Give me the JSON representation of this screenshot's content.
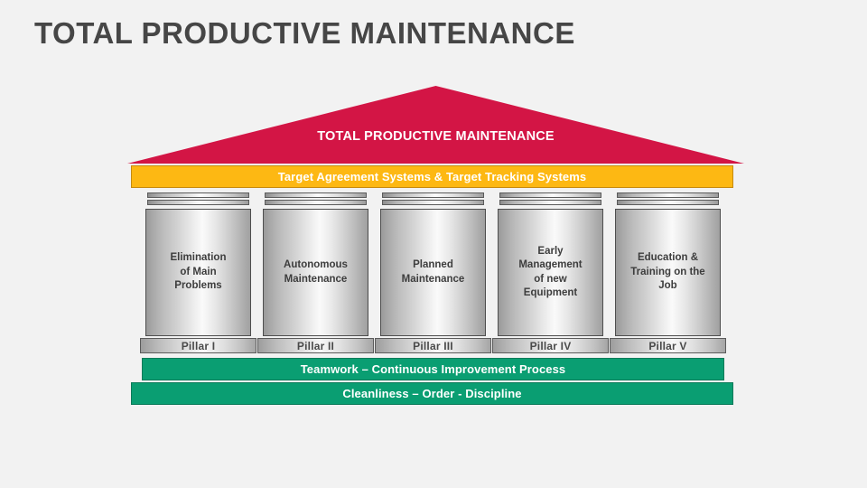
{
  "page": {
    "title": "TOTAL PRODUCTIVE MAINTENANCE",
    "background_color": "#f2f2f2",
    "title_color": "#464646"
  },
  "diagram": {
    "type": "house-model",
    "roof": {
      "label": "TOTAL PRODUCTIVE MAINTENANCE",
      "color": "#d31545",
      "text_color": "#ffffff"
    },
    "target_bar": {
      "label": "Target Agreement Systems & Target Tracking Systems",
      "color": "#fdb813",
      "text_color": "#ffffff"
    },
    "pillars": [
      {
        "text": "Elimination\nof Main\nProblems",
        "base_label": "Pillar I"
      },
      {
        "text": "Autonomous\nMaintenance",
        "base_label": "Pillar II"
      },
      {
        "text": "Planned\nMaintenance",
        "base_label": "Pillar III"
      },
      {
        "text": "Early\nManagement\nof new\nEquipment",
        "base_label": "Pillar IV"
      },
      {
        "text": "Education &\nTraining on the\nJob",
        "base_label": "Pillar V"
      }
    ],
    "foundations": [
      {
        "label": "Teamwork – Continuous Improvement Process",
        "color": "#0a9e72",
        "text_color": "#ffffff"
      },
      {
        "label": "Cleanliness – Order - Discipline",
        "color": "#0a9e72",
        "text_color": "#ffffff"
      }
    ]
  }
}
